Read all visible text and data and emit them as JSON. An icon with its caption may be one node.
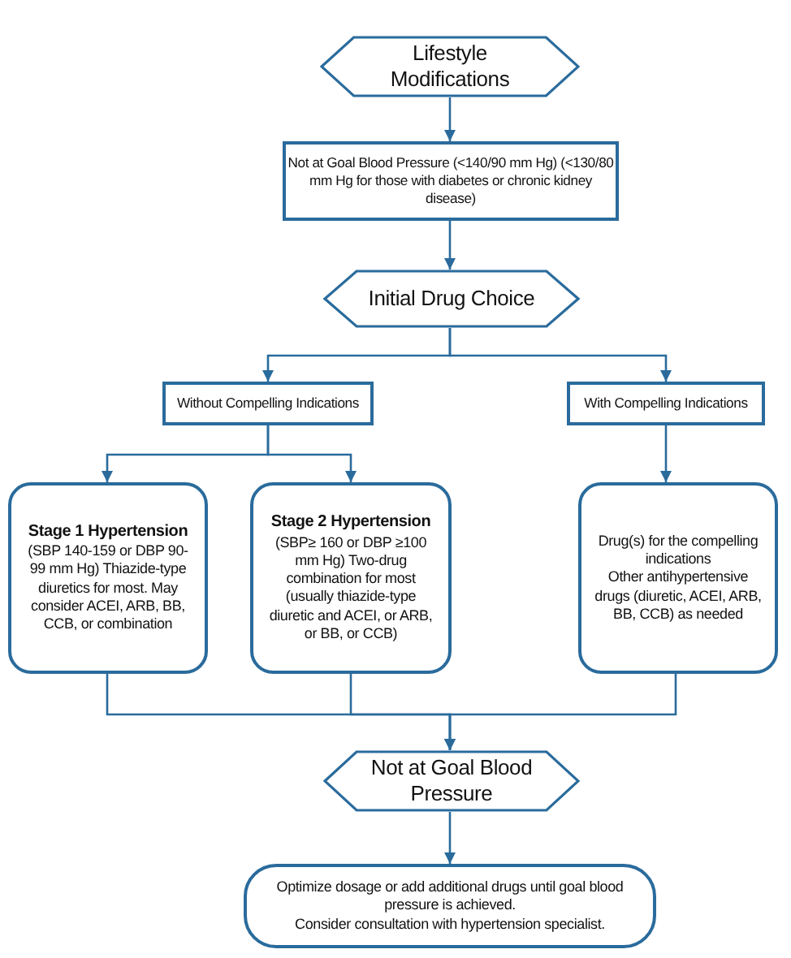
{
  "diagram": {
    "nodes": [
      {
        "text": [
          "Lifestyle Modifications"
        ]
      },
      {
        "text": [
          "Not at Goal Blood Pressure (<140/90 mm Hg) (<130/80 mm Hg for those with diabetes or chronic kidney disease)"
        ]
      },
      {
        "text": [
          "Initial Drug Choice"
        ]
      },
      {
        "text": [
          "Without Compelling Indications"
        ]
      },
      {
        "text": [
          "With Compelling Indications"
        ]
      },
      {
        "text": [
          "Stage 1 Hypertension",
          "(SBP 140-159 or DBP 90-99 mm Hg) Thiazide-type diuretics for most. May consider ACEI, ARB, BB, CCB, or combination"
        ]
      },
      {
        "text": [
          "Stage 2 Hypertension",
          "(SBP≥ 160 or DBP ≥100 mm Hg) Two-drug combination for most (usually thiazide-type diuretic and ACEI, or ARB, or BB,  or CCB)"
        ]
      },
      {
        "text": [
          "Drug(s) for the compelling indications",
          "Other antihypertensive drugs (diuretic, ACEI, ARB, BB, CCB) as needed"
        ]
      },
      {
        "text": [
          "Not at Goal Blood Pressure"
        ]
      },
      {
        "text": [
          "Optimize dosage or add additional drugs until goal blood pressure is achieved.",
          "Consider consultation with hypertension specialist."
        ]
      }
    ],
    "edges": [
      {
        "from": 0,
        "to": 1,
        "arrow": "to"
      },
      {
        "from": 1,
        "to": 2,
        "arrow": "to"
      },
      {
        "from": 2,
        "to": 3,
        "arrow": "to"
      },
      {
        "from": 2,
        "to": 4,
        "arrow": "to"
      },
      {
        "from": 3,
        "to": 5,
        "arrow": "to"
      },
      {
        "from": 3,
        "to": 6,
        "arrow": "to"
      },
      {
        "from": 4,
        "to": 7,
        "arrow": "to"
      },
      {
        "from": 5,
        "to": 8,
        "arrow": "to"
      },
      {
        "from": 6,
        "to": 8,
        "arrow": "to"
      },
      {
        "from": 7,
        "to": 8,
        "arrow": "to"
      },
      {
        "from": 8,
        "to": 9,
        "arrow": "to"
      }
    ]
  }
}
